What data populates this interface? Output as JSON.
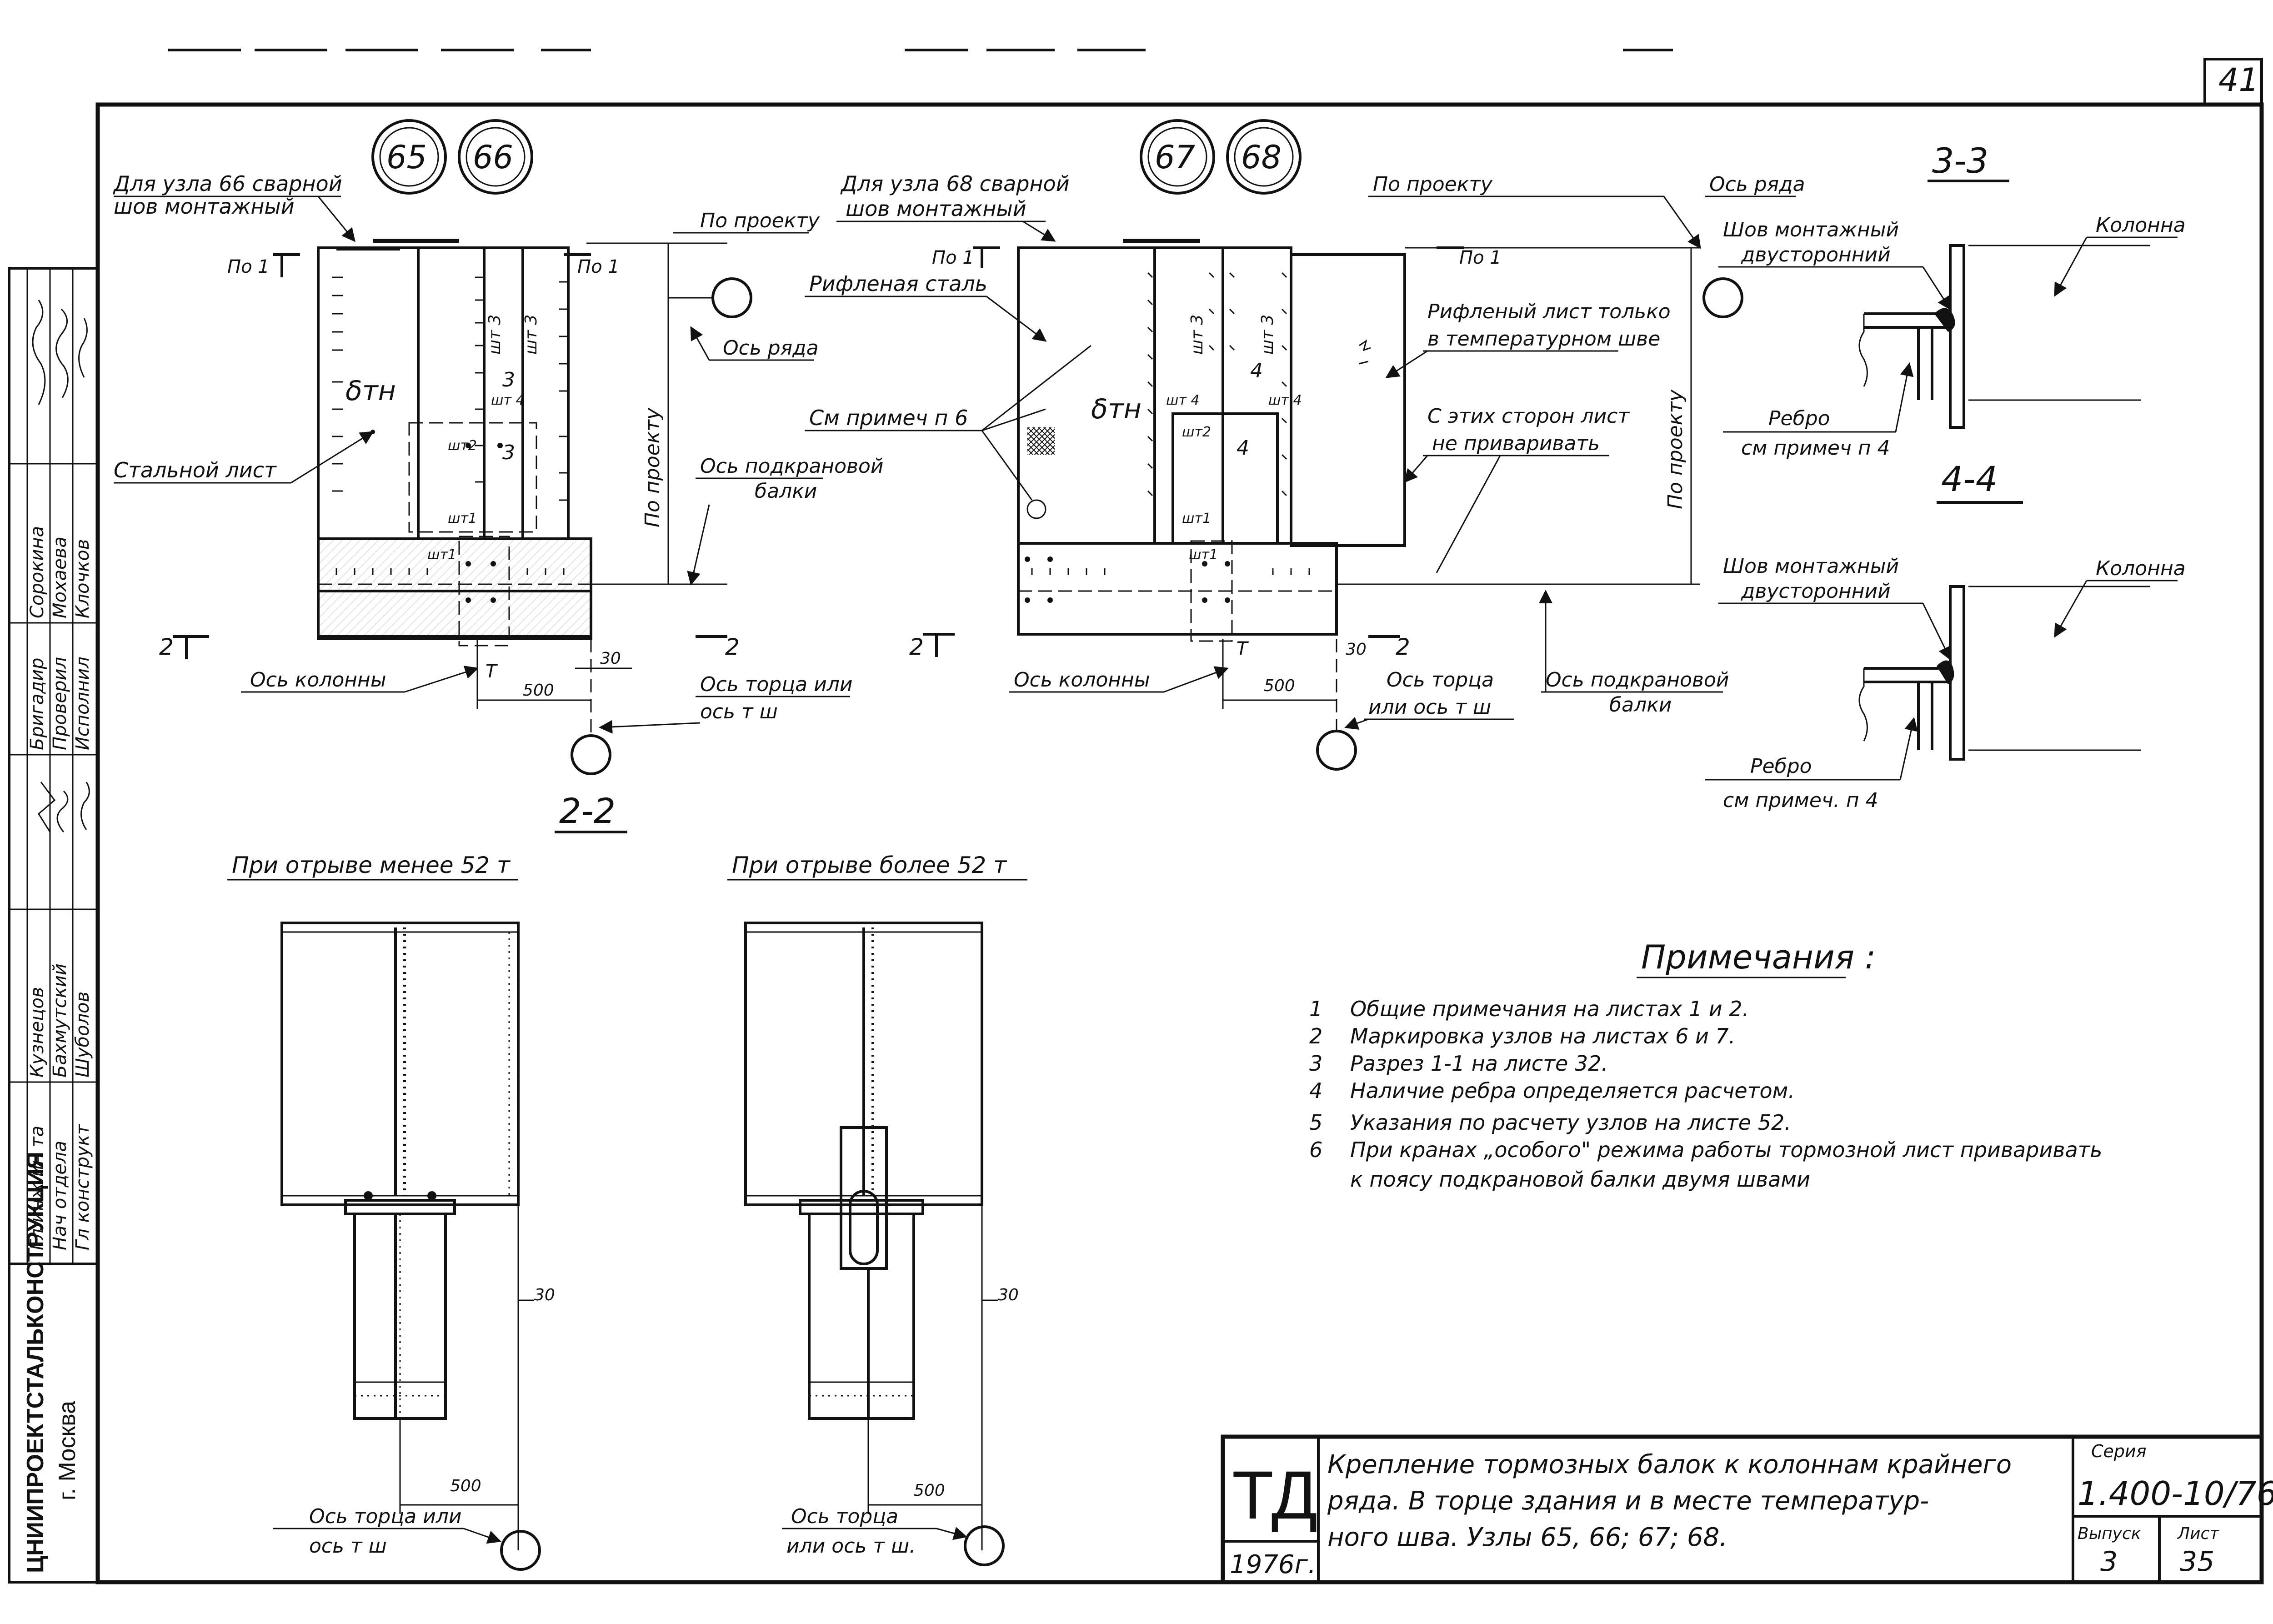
{
  "sheet": {
    "sheet_corner_number": "41",
    "series_label": "Серия",
    "series_value": "1.400-10/76",
    "issue_label": "Выпуск",
    "issue_value": "3",
    "sheet_label": "Лист",
    "sheet_value": "35",
    "td_mark": "ТД",
    "year": "1976г.",
    "title_line1": "Крепление тормозных балок к колоннам крайнего",
    "title_line2": "ряда. В торце здания и в месте температур-",
    "title_line3": "ного шва. Узлы 65, 66; 67; 68.",
    "institute": "ЦНИИПРОЕКТСТАЛЬКОНСТРУКЦИЯ",
    "city": "г. Москва"
  },
  "signatures": {
    "roles": [
      "Гл инж ин та",
      "Нач отдела",
      "Гл конструкт",
      "Бригадир",
      "Проверил",
      "Исполнил"
    ],
    "names": [
      "Кузнецов",
      "Бахмутский",
      "Шуболов",
      "Сорокина",
      "Мохаева",
      "Клочков"
    ]
  },
  "left_detail": {
    "node_a": "65",
    "node_b": "66",
    "note_weld": "Для узла 66 сварной",
    "note_weld2": "шов монтажный",
    "per_project": "По проекту",
    "per_project_v": "По проекту",
    "row_axis": "Ось ряда",
    "steel_sheet": "Стальной лист",
    "crane_beam_axis": "Ось подкрановой",
    "crane_beam_axis2": "балки",
    "column_axis": "Ось колонны",
    "end_axis": "Ось торца или",
    "end_axis2": "ось т ш",
    "dim_500": "500",
    "dim_30": "30",
    "section_mark": "2",
    "po1": "По 1",
    "delta": "δтн",
    "t_mark": "Т",
    "wt3": "шт 3",
    "wt4": "шт 4",
    "wt2": "шт2",
    "wt1": "шт1",
    "three": "3"
  },
  "mid_detail": {
    "node_a": "67",
    "node_b": "68",
    "note_weld": "Для узла 68 сварной",
    "note_weld2": "шов монтажный",
    "per_project": "По проекту",
    "per_project_v": "По проекту",
    "corrugated_steel": "Рифленая сталь",
    "see_note": "См примеч п 6",
    "corr_sheet1": "Рифленый лист только",
    "corr_sheet2": "в температурном шве",
    "no_weld1": "С этих сторон лист",
    "no_weld2": "не приваривать",
    "column_axis": "Ось колонны",
    "end_axis": "Ось торца",
    "end_axis2": "или ось т ш",
    "crane_beam_axis": "Ось подкрановой",
    "crane_beam_axis2": "балки",
    "row_axis": "Ось ряда",
    "dim_500": "500",
    "dim_30": "30",
    "four": "4"
  },
  "section_33": {
    "title": "3-3",
    "weld1": "Шов монтажный",
    "weld2": "двусторонний",
    "column": "Колонна",
    "rib": "Ребро",
    "rib_note": "см примеч п 4"
  },
  "section_44": {
    "title": "4-4",
    "weld1": "Шов монтажный",
    "weld2": "двусторонний",
    "column": "Колонна",
    "rib": "Ребро",
    "rib_note": "см примеч. п 4"
  },
  "section_22": {
    "title": "2-2",
    "left_caption": "При отрыве менее 52 т",
    "right_caption": "При отрыве более 52 т",
    "left_axis1": "Ось торца или",
    "left_axis2": "ось т ш",
    "right_axis1": "Ось торца",
    "right_axis2": "или ось т ш.",
    "dim_500": "500",
    "dim_30": "30"
  },
  "notes": {
    "heading": "Примечания :",
    "items": [
      {
        "n": "1",
        "text": "Общие примечания на листах 1 и 2."
      },
      {
        "n": "2",
        "text": "Маркировка узлов на листах 6 и 7."
      },
      {
        "n": "3",
        "text": "Разрез 1-1 на листе 32."
      },
      {
        "n": "4",
        "text": "Наличие ребра определяется расчетом."
      },
      {
        "n": "5",
        "text": "Указания по расчету узлов на листе 52."
      },
      {
        "n": "6",
        "text": "При кранах „особого\" режима работы тормозной лист приваривать"
      },
      {
        "n": "",
        "text": "к поясу подкрановой балки двумя швами"
      }
    ]
  }
}
